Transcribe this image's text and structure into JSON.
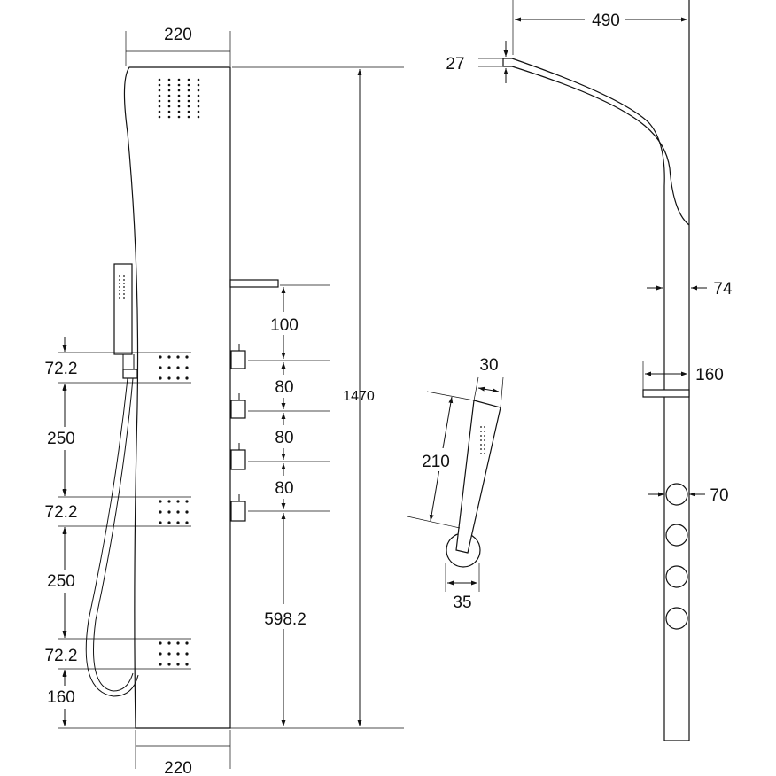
{
  "dimensions": {
    "front_top_width": "220",
    "front_bottom_width": "220",
    "total_height": "1470",
    "spacing_100": "100",
    "spacing_80_a": "80",
    "spacing_80_b": "80",
    "spacing_80_c": "80",
    "bottom_to_control": "598.2",
    "jet_height_1": "72.2",
    "jet_gap_1": "250",
    "jet_height_2": "72.2",
    "jet_gap_2": "250",
    "jet_height_3": "72.2",
    "bottom_160": "160",
    "handshower_length": "210",
    "handshower_width": "30",
    "handshower_holder": "35",
    "side_top_reach": "490",
    "side_head_thickness": "27",
    "side_body_depth": "74",
    "side_spout_depth": "160",
    "side_knob_diameter": "70"
  }
}
